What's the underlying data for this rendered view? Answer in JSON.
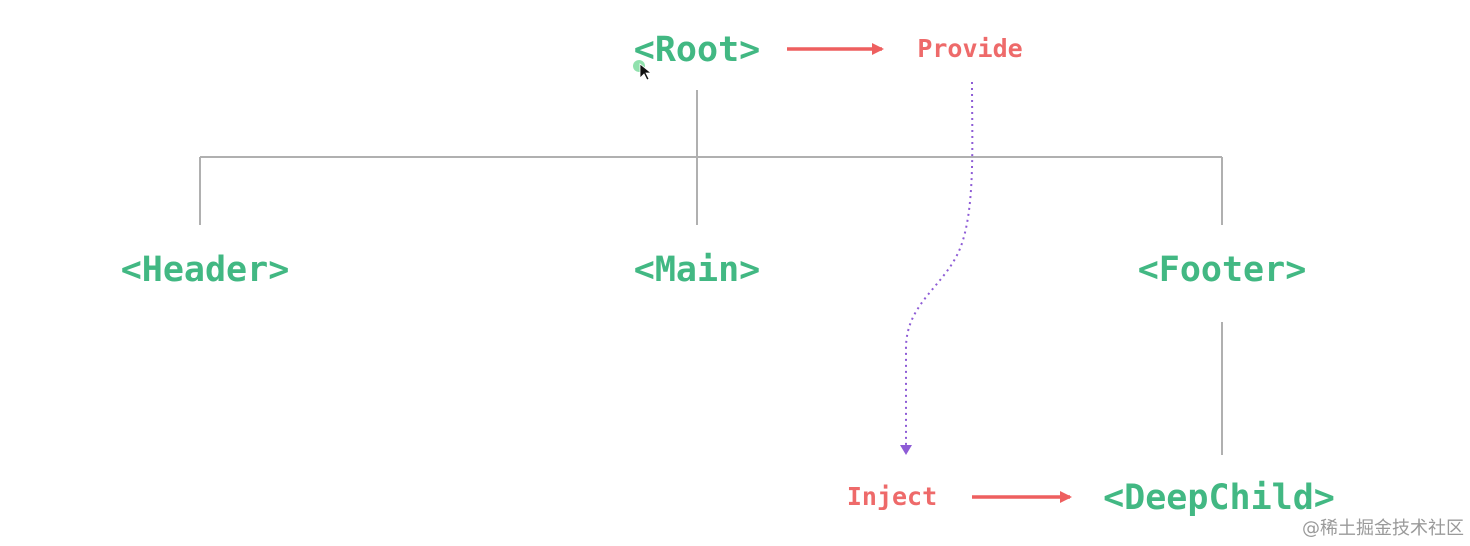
{
  "colors": {
    "node_text": "#42b883",
    "action_text": "#ee6a6a",
    "arrow": "#ee5f5f",
    "tree_line": "#b0b0b0",
    "inject_path": "#8e5cd6"
  },
  "nodes": {
    "root": "<Root>",
    "header": "<Header>",
    "main": "<Main>",
    "footer": "<Footer>",
    "deep_child": "<DeepChild>"
  },
  "actions": {
    "provide": "Provide",
    "inject": "Inject"
  },
  "watermark": "@稀土掘金技术社区"
}
